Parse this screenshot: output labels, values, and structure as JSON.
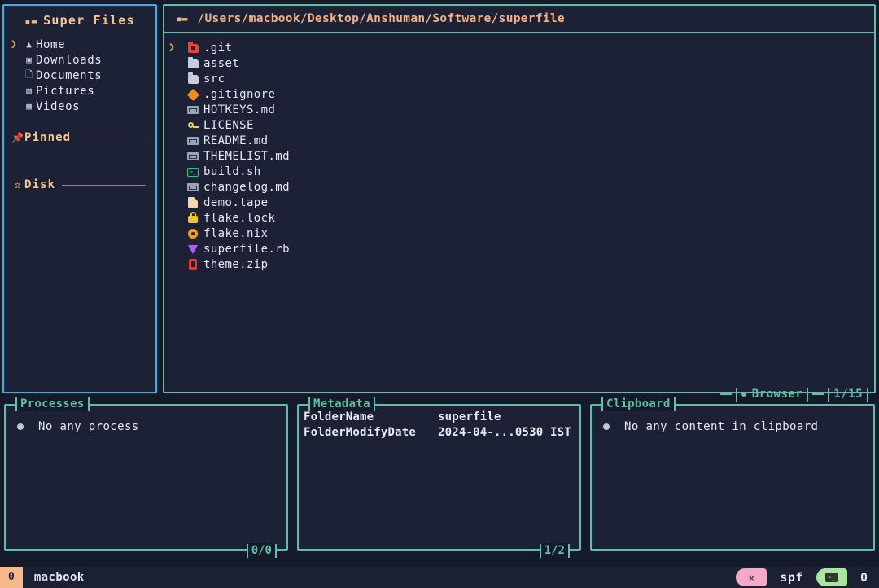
{
  "app": {
    "title": "Super Files",
    "title_icon": "folder-icon",
    "background": "#151a2b",
    "accent_teal": "#5fbfa4",
    "accent_blue": "#34b3e0",
    "accent_peach": "#f5b183",
    "accent_gold": "#f6c78a"
  },
  "sidebar": {
    "title": "Super Files",
    "items": [
      {
        "label": "Home",
        "icon": "home-icon",
        "selected": true
      },
      {
        "label": "Downloads",
        "icon": "download-icon",
        "selected": false
      },
      {
        "label": "Documents",
        "icon": "document-icon",
        "selected": false
      },
      {
        "label": "Pictures",
        "icon": "picture-icon",
        "selected": false
      },
      {
        "label": "Videos",
        "icon": "video-icon",
        "selected": false
      }
    ],
    "sections": [
      {
        "label": "Pinned",
        "icon": "pin-icon"
      },
      {
        "label": "Disk",
        "icon": "disk-icon"
      }
    ]
  },
  "browser": {
    "path": "/Users/macbook/Desktop/Anshuman/Software/superfile",
    "path_icon": "folder-icon",
    "files": [
      {
        "name": ".git",
        "icon": "git-folder-icon",
        "selected": true
      },
      {
        "name": "asset",
        "icon": "folder-icon",
        "selected": false
      },
      {
        "name": "src",
        "icon": "folder-icon",
        "selected": false
      },
      {
        "name": ".gitignore",
        "icon": "gitignore-icon",
        "selected": false
      },
      {
        "name": "HOTKEYS.md",
        "icon": "markdown-icon",
        "selected": false
      },
      {
        "name": "LICENSE",
        "icon": "key-icon",
        "selected": false
      },
      {
        "name": "README.md",
        "icon": "markdown-icon",
        "selected": false
      },
      {
        "name": "THEMELIST.md",
        "icon": "markdown-icon",
        "selected": false
      },
      {
        "name": "build.sh",
        "icon": "shell-icon",
        "selected": false
      },
      {
        "name": "changelog.md",
        "icon": "markdown-icon",
        "selected": false
      },
      {
        "name": "demo.tape",
        "icon": "tape-icon",
        "selected": false
      },
      {
        "name": "flake.lock",
        "icon": "lock-icon",
        "selected": false
      },
      {
        "name": "flake.nix",
        "icon": "nix-icon",
        "selected": false
      },
      {
        "name": "superfile.rb",
        "icon": "ruby-icon",
        "selected": false
      },
      {
        "name": "theme.zip",
        "icon": "zip-icon",
        "selected": false
      }
    ],
    "tab_label": "Browser",
    "counter": "1/15"
  },
  "processes": {
    "title": "Processes",
    "empty_text": "No any process",
    "counter": "0/0"
  },
  "metadata": {
    "title": "Metadata",
    "rows": [
      {
        "key": "FolderName",
        "value": "superfile"
      },
      {
        "key": "FolderModifyDate",
        "value": "2024-04-...0530 IST"
      }
    ],
    "counter": "1/2"
  },
  "clipboard": {
    "title": "Clipboard",
    "empty_text": "No any content in clipboard",
    "counter": ""
  },
  "footer": {
    "badge": "0",
    "user": "macbook",
    "session_icon": "branch-icon",
    "session_label": "spf",
    "terminal_icon": "terminal-icon",
    "window_count": "0"
  }
}
